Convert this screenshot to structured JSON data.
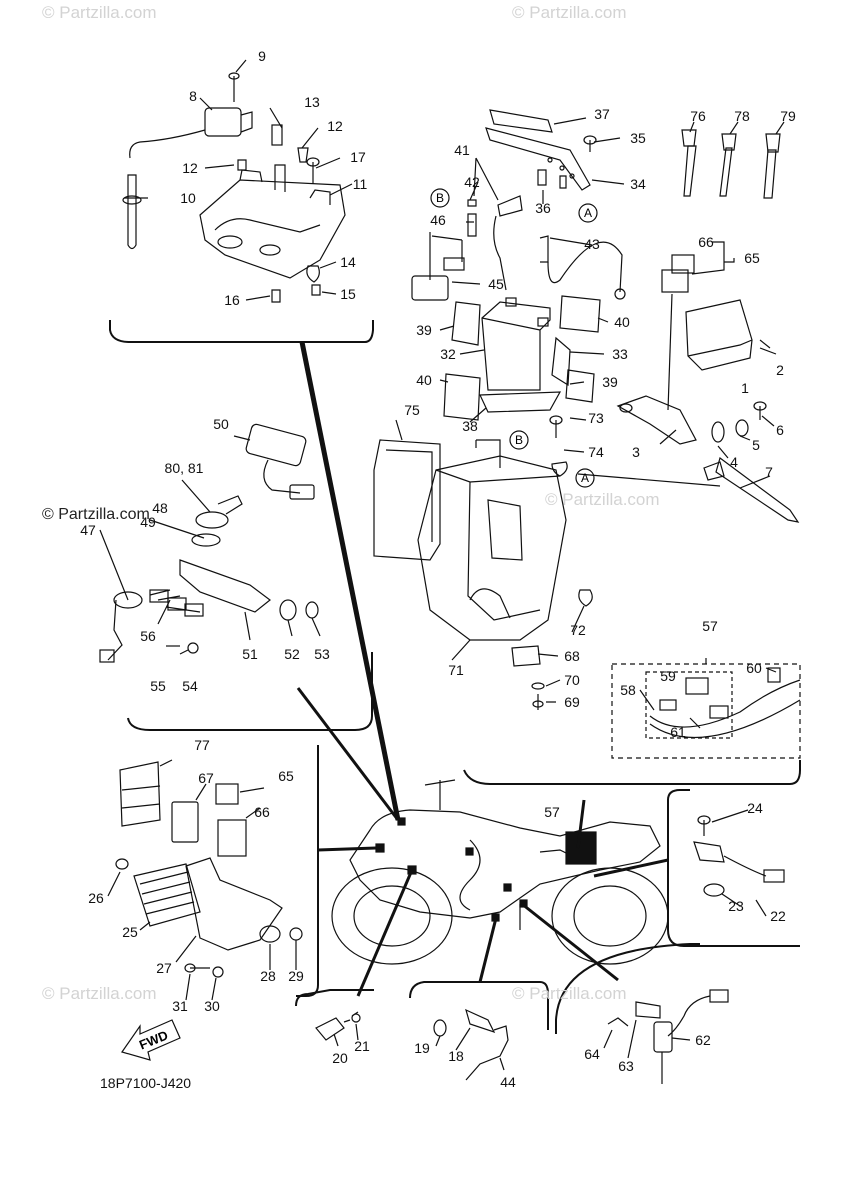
{
  "watermark": "© Partzilla.com",
  "drawing_code": "18P7100-J420",
  "fwd_label": "FWD",
  "callouts": [
    "1",
    "2",
    "3",
    "4",
    "5",
    "6",
    "7",
    "8",
    "9",
    "10",
    "11",
    "12",
    "12",
    "13",
    "14",
    "15",
    "16",
    "17",
    "18",
    "19",
    "20",
    "21",
    "22",
    "23",
    "24",
    "25",
    "26",
    "27",
    "28",
    "29",
    "30",
    "31",
    "32",
    "33",
    "34",
    "35",
    "36",
    "37",
    "38",
    "39",
    "39",
    "40",
    "40",
    "41",
    "42",
    "43",
    "44",
    "45",
    "46",
    "47",
    "49",
    "50",
    "51",
    "52",
    "53",
    "54",
    "55",
    "56",
    "57",
    "57",
    "58",
    "59",
    "60",
    "61",
    "62",
    "63",
    "64",
    "65",
    "65",
    "66",
    "66",
    "67",
    "68",
    "69",
    "70",
    "71",
    "72",
    "73",
    "74",
    "75",
    "76",
    "77",
    "78",
    "79"
  ],
  "multi_callout": "80, 81",
  "multi_callout_2": "48",
  "circled": [
    "A",
    "A",
    "B",
    "B"
  ]
}
